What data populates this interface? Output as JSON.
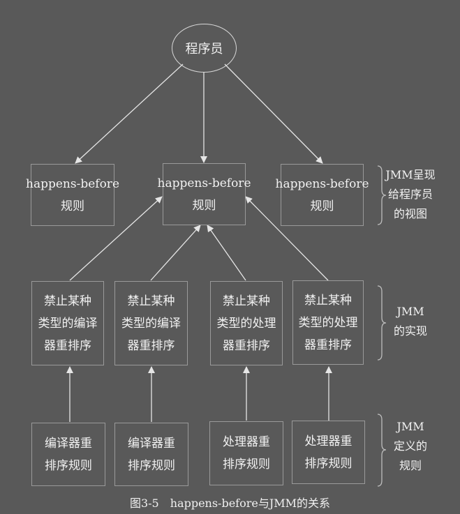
{
  "root": "程序员",
  "top_row": [
    {
      "line1": "happens-before",
      "line2": "规则"
    },
    {
      "line1": "happens-before",
      "line2": "规则"
    },
    {
      "line1": "happens-before",
      "line2": "规则"
    }
  ],
  "middle_row": [
    {
      "line1": "禁止某种",
      "line2": "类型的编译",
      "line3": "器重排序"
    },
    {
      "line1": "禁止某种",
      "line2": "类型的编译",
      "line3": "器重排序"
    },
    {
      "line1": "禁止某种",
      "line2": "类型的处理",
      "line3": "器重排序"
    },
    {
      "line1": "禁止某种",
      "line2": "类型的处理",
      "line3": "器重排序"
    }
  ],
  "bottom_row": [
    {
      "line1": "编译器重",
      "line2": "排序规则"
    },
    {
      "line1": "编译器重",
      "line2": "排序规则"
    },
    {
      "line1": "处理器重",
      "line2": "排序规则"
    },
    {
      "line1": "处理器重",
      "line2": "排序规则"
    }
  ],
  "side_labels": [
    {
      "line1": "JMM呈现",
      "line2": "给程序员",
      "line3": "的视图"
    },
    {
      "line1": "JMM",
      "line2": "的实现"
    },
    {
      "line1": "JMM",
      "line2": "定义的",
      "line3": "规则"
    }
  ],
  "caption": "图3-5　happens-before与JMM的关系",
  "colors": {
    "background": "#595959",
    "line": "#e6e6e6",
    "box_border": "#9a9a9a"
  }
}
